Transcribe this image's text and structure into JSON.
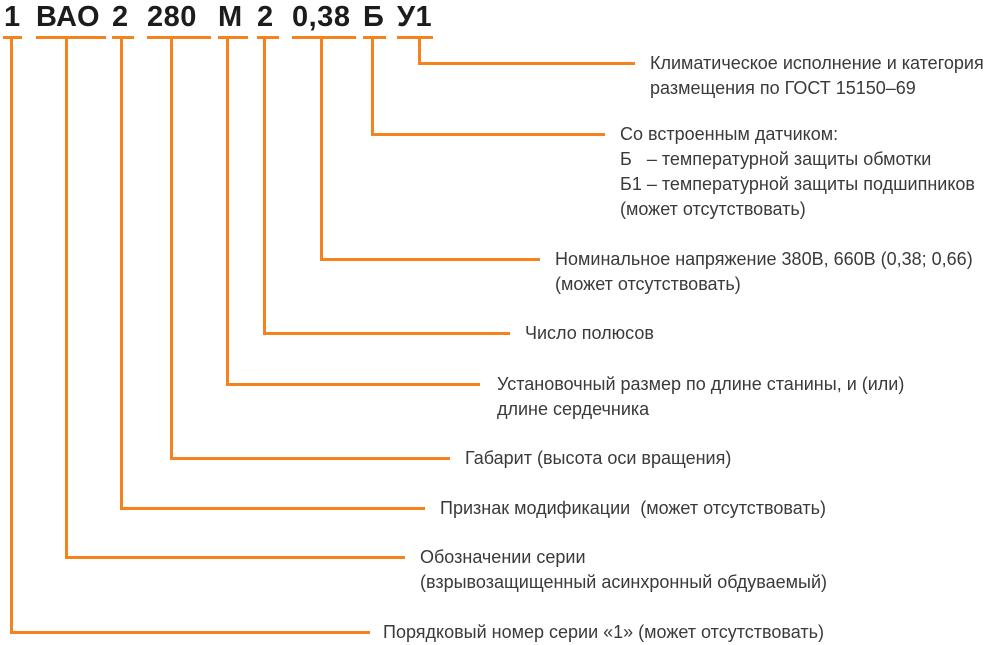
{
  "diagram": {
    "accent_color": "#F6821E",
    "text_color": "#3A3A3A",
    "code_color": "#1C1C1C",
    "code_segments": [
      "1",
      "ВАО",
      "2",
      "280",
      "М",
      "2",
      "0,38",
      "Б",
      "У1"
    ],
    "callouts": [
      {
        "for": "У1",
        "lines": [
          "Климатическое исполнение и категория",
          "размещения по ГОСТ 15150–69"
        ]
      },
      {
        "for": "Б",
        "lines": [
          "Со встроенным датчиком:",
          "Б   – температурной защиты обмотки",
          "Б1 – температурной защиты подшипников",
          "(может отсутствовать)"
        ]
      },
      {
        "for": "0,38",
        "lines": [
          "Номинальное напряжение 380В, 660В (0,38; 0,66)",
          "(может отсутствовать)"
        ]
      },
      {
        "for": "2",
        "lines": [
          "Число полюсов"
        ]
      },
      {
        "for": "М",
        "lines": [
          "Установочный размер по длине станины, и (или)",
          "длине сердечника"
        ]
      },
      {
        "for": "280",
        "lines": [
          "Габарит (высота оси вращения)"
        ]
      },
      {
        "for": "2",
        "lines": [
          "Признак модификации  (может отсутствовать)"
        ]
      },
      {
        "for": "ВАО",
        "lines": [
          "Обозначении серии",
          "(взрывозащищенный асинхронный обдуваемый)"
        ]
      },
      {
        "for": "1",
        "lines": [
          "Порядковый номер серии «1» (может отсутствовать)"
        ]
      }
    ]
  }
}
